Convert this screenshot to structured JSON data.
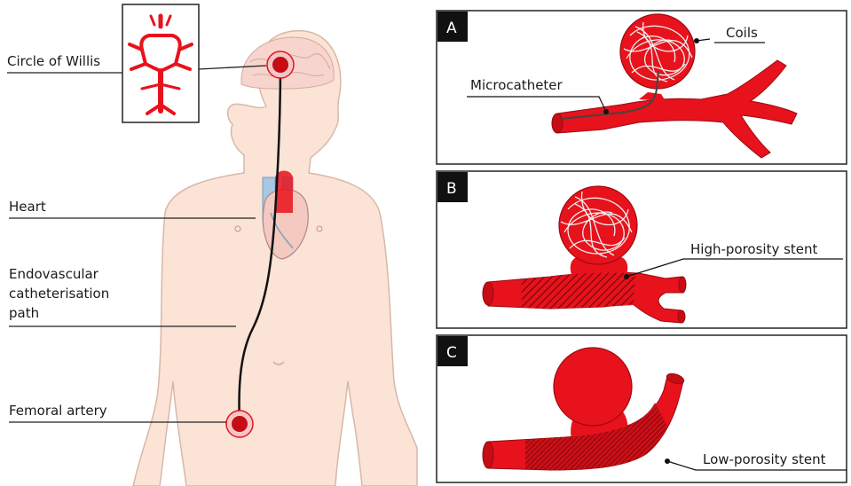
{
  "labels": {
    "circle_of_willis": "Circle of Willis",
    "heart": "Heart",
    "path_line1": "Endovascular",
    "path_line2": "catheterisation",
    "path_line3": "path",
    "femoral": "Femoral artery"
  },
  "panels": [
    {
      "letter": "A",
      "callouts": [
        "Coils",
        "Microcatheter"
      ]
    },
    {
      "letter": "B",
      "callouts": [
        "High-porosity stent"
      ]
    },
    {
      "letter": "C",
      "callouts": [
        "Low-porosity stent"
      ]
    }
  ],
  "colors": {
    "vessel": "#e8121c",
    "vessel_dark": "#b00d14",
    "marker_outer": "#f4c7c7",
    "marker_inner": "#c40d14",
    "skin": "#fbe3d6",
    "skin_line": "#d8b8a8",
    "heart_blue": "#a9c6e2",
    "panel_border": "#222222"
  }
}
